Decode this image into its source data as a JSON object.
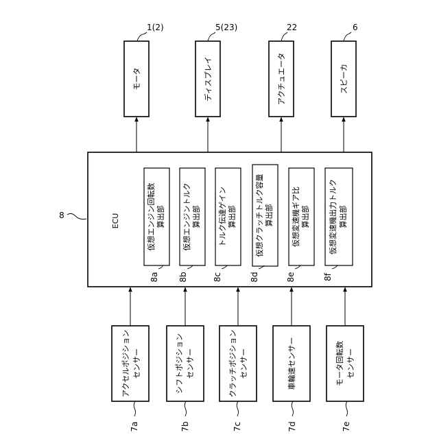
{
  "ecu": {
    "ref": "8",
    "label": "ECU",
    "calculators": [
      {
        "ref": "8a",
        "lines": [
          "仮想エンジン回転数",
          "算出部"
        ]
      },
      {
        "ref": "8b",
        "lines": [
          "仮想エンジントルク",
          "算出部"
        ]
      },
      {
        "ref": "8c",
        "lines": [
          "トルク伝達ゲイン",
          "算出部"
        ]
      },
      {
        "ref": "8d",
        "lines": [
          "仮想クラッチトルク容量",
          "算出部"
        ]
      },
      {
        "ref": "8e",
        "lines": [
          "仮想変速機ギア比",
          "算出部"
        ]
      },
      {
        "ref": "8f",
        "lines": [
          "仮想変速機出力トルク",
          "算出部"
        ]
      }
    ]
  },
  "outputs": [
    {
      "ref": "1(2)",
      "label": "モータ"
    },
    {
      "ref": "5(23)",
      "label": "ディスプレイ"
    },
    {
      "ref": "22",
      "label": "アクチュエータ"
    },
    {
      "ref": "6",
      "label": "スピーカ"
    }
  ],
  "sensors": [
    {
      "ref": "7a",
      "lines": [
        "アクセルポジション",
        "センサー"
      ]
    },
    {
      "ref": "7b",
      "lines": [
        "シフトポジション",
        "センサー"
      ]
    },
    {
      "ref": "7c",
      "lines": [
        "クラッチポジション",
        "センサー"
      ]
    },
    {
      "ref": "7d",
      "lines": [
        "車輪速センサー"
      ]
    },
    {
      "ref": "7e",
      "lines": [
        "モータ回転数",
        "センサー"
      ]
    }
  ]
}
